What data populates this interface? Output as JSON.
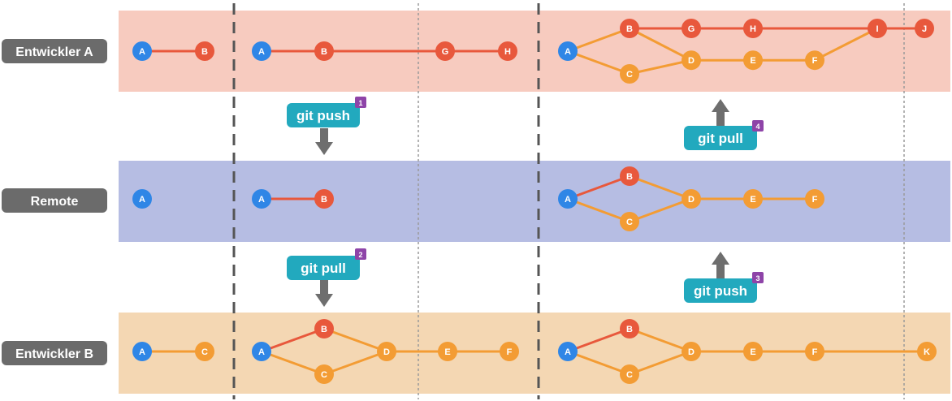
{
  "colors": {
    "lane_a": "#f7cbbf",
    "lane_remote": "#b6bde3",
    "lane_b": "#f4d7b3",
    "label_bg": "#6b6b6b",
    "blue": "#2f86e6",
    "red": "#e8583c",
    "orange": "#f39c34",
    "command_bg": "#22a9be",
    "badge_bg": "#8e44a8",
    "arrow": "#6e6e6e",
    "divider": "#555555",
    "guide": "#9a9a9a"
  },
  "lanes": [
    {
      "id": "a",
      "label": "Entwickler A"
    },
    {
      "id": "remote",
      "label": "Remote"
    },
    {
      "id": "b",
      "label": "Entwickler B"
    }
  ],
  "commands": [
    {
      "id": "push1",
      "label": "git push",
      "badge": "1",
      "direction": "down"
    },
    {
      "id": "pull2",
      "label": "git pull",
      "badge": "2",
      "direction": "down"
    },
    {
      "id": "push3",
      "label": "git push",
      "badge": "3",
      "direction": "up"
    },
    {
      "id": "pull4",
      "label": "git pull",
      "badge": "4",
      "direction": "up"
    }
  ],
  "graphs": [
    {
      "id": "a1",
      "lane": "a",
      "stage": 1,
      "nodes": [
        {
          "id": "A",
          "color": "blue"
        },
        {
          "id": "B",
          "color": "red"
        }
      ],
      "edges": [
        [
          "A",
          "B",
          "red"
        ]
      ]
    },
    {
      "id": "a2",
      "lane": "a",
      "stage": 2,
      "nodes": [
        {
          "id": "A",
          "color": "blue"
        },
        {
          "id": "B",
          "color": "red"
        },
        {
          "id": "G",
          "color": "red"
        },
        {
          "id": "H",
          "color": "red"
        }
      ],
      "edges": [
        [
          "A",
          "B",
          "red"
        ],
        [
          "B",
          "G",
          "red"
        ],
        [
          "G",
          "H",
          "red"
        ]
      ]
    },
    {
      "id": "a3",
      "lane": "a",
      "stage": 3,
      "nodes": [
        {
          "id": "A",
          "color": "blue"
        },
        {
          "id": "B",
          "color": "red"
        },
        {
          "id": "G",
          "color": "red"
        },
        {
          "id": "H",
          "color": "red"
        },
        {
          "id": "I",
          "color": "red"
        },
        {
          "id": "J",
          "color": "red"
        },
        {
          "id": "C",
          "color": "orange"
        },
        {
          "id": "D",
          "color": "orange"
        },
        {
          "id": "E",
          "color": "orange"
        },
        {
          "id": "F",
          "color": "orange"
        }
      ],
      "edges": [
        [
          "A",
          "B",
          "orange"
        ],
        [
          "A",
          "C",
          "orange"
        ],
        [
          "B",
          "G",
          "red"
        ],
        [
          "G",
          "H",
          "red"
        ],
        [
          "H",
          "I",
          "red"
        ],
        [
          "I",
          "J",
          "red"
        ],
        [
          "B",
          "D",
          "orange"
        ],
        [
          "C",
          "D",
          "orange"
        ],
        [
          "D",
          "E",
          "orange"
        ],
        [
          "E",
          "F",
          "orange"
        ],
        [
          "F",
          "I",
          "orange"
        ]
      ]
    },
    {
      "id": "r1",
      "lane": "remote",
      "stage": 1,
      "nodes": [
        {
          "id": "A",
          "color": "blue"
        }
      ],
      "edges": []
    },
    {
      "id": "r2",
      "lane": "remote",
      "stage": 2,
      "nodes": [
        {
          "id": "A",
          "color": "blue"
        },
        {
          "id": "B",
          "color": "red"
        }
      ],
      "edges": [
        [
          "A",
          "B",
          "red"
        ]
      ]
    },
    {
      "id": "r3",
      "lane": "remote",
      "stage": 3,
      "nodes": [
        {
          "id": "A",
          "color": "blue"
        },
        {
          "id": "B",
          "color": "red"
        },
        {
          "id": "C",
          "color": "orange"
        },
        {
          "id": "D",
          "color": "orange"
        },
        {
          "id": "E",
          "color": "orange"
        },
        {
          "id": "F",
          "color": "orange"
        }
      ],
      "edges": [
        [
          "A",
          "B",
          "red"
        ],
        [
          "A",
          "C",
          "orange"
        ],
        [
          "B",
          "D",
          "orange"
        ],
        [
          "C",
          "D",
          "orange"
        ],
        [
          "D",
          "E",
          "orange"
        ],
        [
          "E",
          "F",
          "orange"
        ]
      ]
    },
    {
      "id": "b1",
      "lane": "b",
      "stage": 1,
      "nodes": [
        {
          "id": "A",
          "color": "blue"
        },
        {
          "id": "C",
          "color": "orange"
        }
      ],
      "edges": [
        [
          "A",
          "C",
          "orange"
        ]
      ]
    },
    {
      "id": "b2",
      "lane": "b",
      "stage": 2,
      "nodes": [
        {
          "id": "A",
          "color": "blue"
        },
        {
          "id": "B",
          "color": "red"
        },
        {
          "id": "C",
          "color": "orange"
        },
        {
          "id": "D",
          "color": "orange"
        },
        {
          "id": "E",
          "color": "orange"
        },
        {
          "id": "F",
          "color": "orange"
        }
      ],
      "edges": [
        [
          "A",
          "B",
          "red"
        ],
        [
          "A",
          "C",
          "orange"
        ],
        [
          "B",
          "D",
          "orange"
        ],
        [
          "C",
          "D",
          "orange"
        ],
        [
          "D",
          "E",
          "orange"
        ],
        [
          "E",
          "F",
          "orange"
        ]
      ]
    },
    {
      "id": "b3",
      "lane": "b",
      "stage": 3,
      "nodes": [
        {
          "id": "A",
          "color": "blue"
        },
        {
          "id": "B",
          "color": "red"
        },
        {
          "id": "C",
          "color": "orange"
        },
        {
          "id": "D",
          "color": "orange"
        },
        {
          "id": "E",
          "color": "orange"
        },
        {
          "id": "F",
          "color": "orange"
        },
        {
          "id": "K",
          "color": "orange"
        }
      ],
      "edges": [
        [
          "A",
          "B",
          "red"
        ],
        [
          "A",
          "C",
          "orange"
        ],
        [
          "B",
          "D",
          "orange"
        ],
        [
          "C",
          "D",
          "orange"
        ],
        [
          "D",
          "E",
          "orange"
        ],
        [
          "E",
          "F",
          "orange"
        ],
        [
          "F",
          "K",
          "orange"
        ]
      ]
    }
  ]
}
